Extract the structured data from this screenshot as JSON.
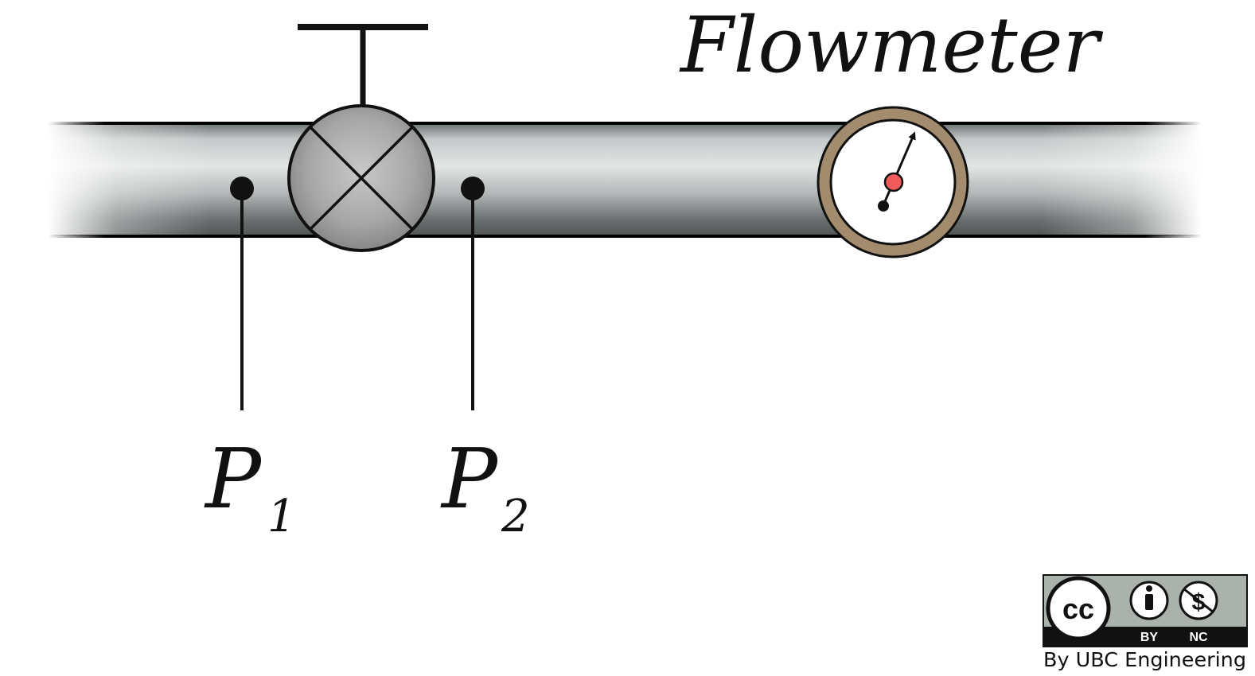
{
  "diagram": {
    "flowmeter_label": "Flowmeter",
    "tap1": {
      "symbol": "P",
      "subscript": "1"
    },
    "tap2": {
      "symbol": "P",
      "subscript": "2"
    }
  },
  "license": {
    "cc_mark": "cc",
    "by_label": "BY",
    "nc_label": "NC",
    "credit": "By UBC Engineering"
  },
  "colors": {
    "pipe_light": "#dcdfdf",
    "pipe_dark": "#5f6464",
    "valve_body": "#a9a9a9",
    "gauge_rim": "#a38c6d",
    "needle_hub": "#f05a5a"
  },
  "icons": [
    "valve-icon",
    "gauge-icon",
    "pressure-tap-icon",
    "cc-icon",
    "attribution-icon",
    "noncommercial-icon"
  ]
}
